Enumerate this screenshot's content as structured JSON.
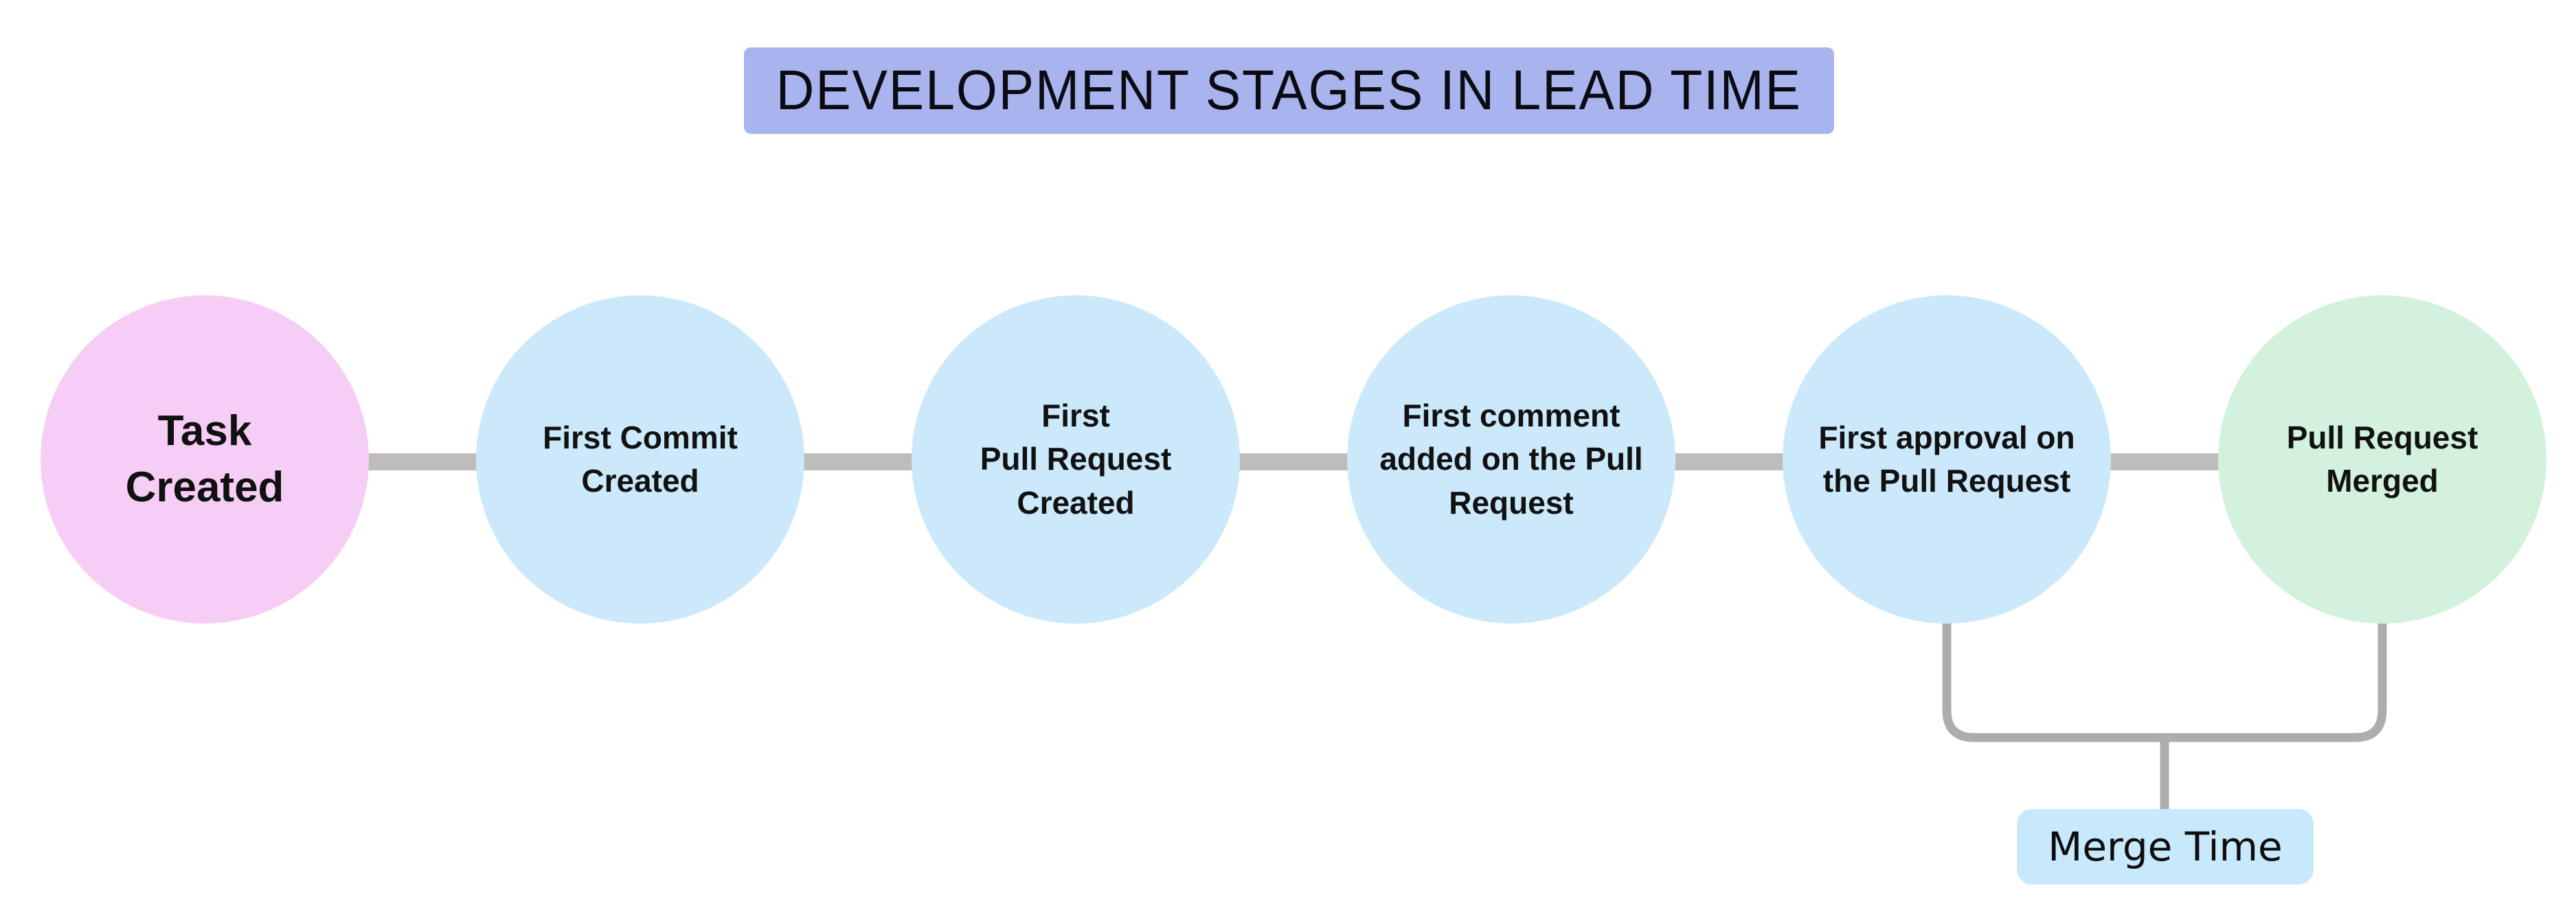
{
  "title": "DEVELOPMENT STAGES IN LEAD TIME",
  "stages": [
    {
      "lines": [
        "Task",
        "Created"
      ]
    },
    {
      "lines": [
        "First Commit",
        "Created"
      ]
    },
    {
      "lines": [
        "First",
        "Pull Request",
        "Created"
      ]
    },
    {
      "lines": [
        "First comment",
        "added on the Pull",
        "Request"
      ]
    },
    {
      "lines": [
        "First approval on",
        "the Pull Request"
      ]
    },
    {
      "lines": [
        "Pull Request",
        "Merged"
      ]
    }
  ],
  "annotation": {
    "label": "Merge Time"
  },
  "colors": {
    "title_bg": "#a9b3ee",
    "stage_start": "#f6cef5",
    "stage_mid": "#cbe9fb",
    "stage_end": "#d3f2de",
    "annotation_bg": "#c8e8fc",
    "connector": "#bdbdbd",
    "bracket": "#adadad",
    "text": "#111111"
  }
}
